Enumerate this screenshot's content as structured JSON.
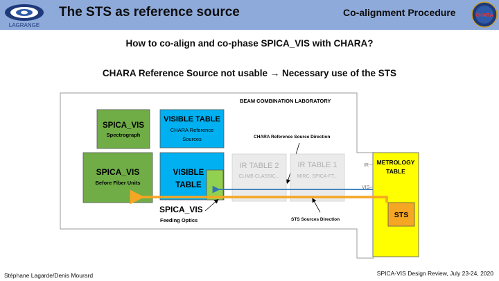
{
  "header": {
    "title": "The STS as reference source",
    "subtitle": "Co-alignment Procedure",
    "logo_left_text": "LAGRANGE",
    "logo_right_text": "CHARA"
  },
  "questions": {
    "q1": "How to co-align and co-phase SPICA_VIS with CHARA?",
    "q2": "CHARA Reference Source not usable → Necessary use of the STS"
  },
  "lab": {
    "title": "BEAM COMBINATION LABORATORY"
  },
  "boxes": {
    "spectrograph": {
      "title": "SPICA_VIS",
      "sub": "Spectrograph"
    },
    "visible_table_top": {
      "title": "VISIBLE TABLE",
      "sub1": "CHARA Reference",
      "sub2": "Sources"
    },
    "spica_before": {
      "title": "SPICA_VIS",
      "sub": "Before Fiber Units"
    },
    "visible_table": {
      "line1": "VISIBLE",
      "line2": "TABLE"
    },
    "ir_table2": {
      "title": "IR TABLE 2",
      "sub": "CLIMB CLASSIC..."
    },
    "ir_table1": {
      "title": "IR TABLE 1",
      "sub": "MIRC, SPICA-FT..."
    },
    "metrology": {
      "line1": "METROLOGY",
      "line2": "TABLE"
    },
    "sts": {
      "title": "STS"
    }
  },
  "labels": {
    "chara_ref_dir": "CHARA Reference Source Direction",
    "sts_sources_dir": "STS Sources Direction",
    "ir": "IR",
    "vis": "VIS",
    "feeding_title": "SPICA_VIS",
    "feeding_sub": "Feeding Optics"
  },
  "colors": {
    "green": "#70ad47",
    "blue": "#00b0f0",
    "yellow": "#ffff00",
    "orange": "#f5a623",
    "blue_beam": "#2e75b6",
    "header": "#8eaadb"
  },
  "footer": {
    "left": "Stéphane Lagarde/Denis Mourard",
    "right": "SPICA-VIS Design Review, July 23-24, 2020"
  }
}
